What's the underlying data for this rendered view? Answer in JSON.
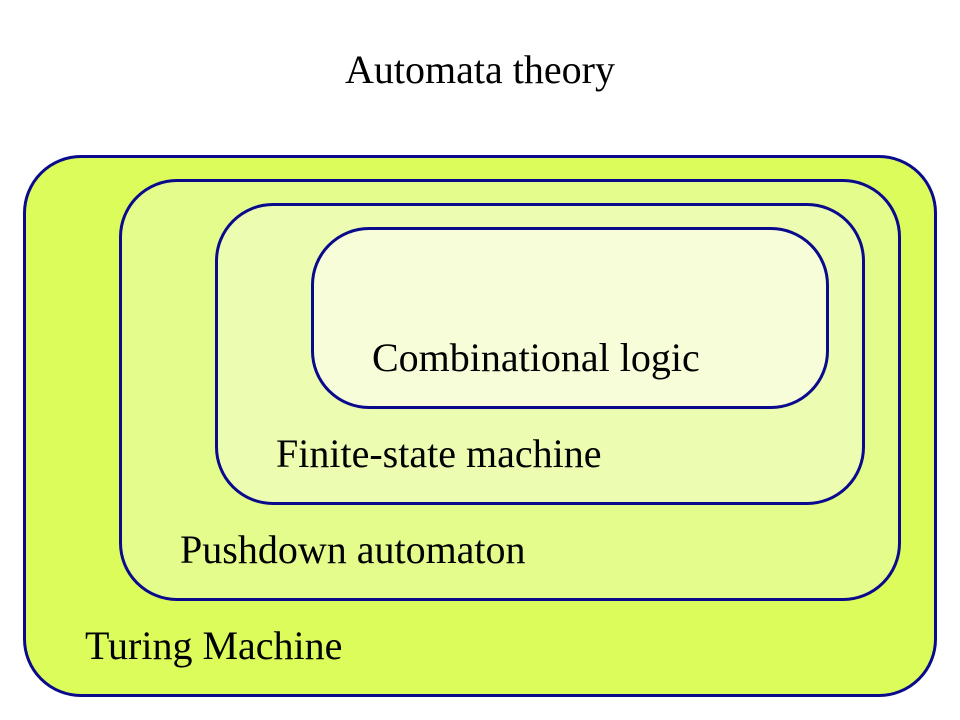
{
  "title": "Automata theory",
  "colors": {
    "border": "#0a0a8c",
    "turing_fill": "#dcfc5c",
    "pushdown_fill": "#e4fc8c",
    "fsm_fill": "#ecfcb0",
    "combinational_fill": "#f6fdd8"
  },
  "levels": [
    {
      "label": "Turing Machine"
    },
    {
      "label": "Pushdown automaton"
    },
    {
      "label": "Finite-state machine"
    },
    {
      "label": "Combinational logic"
    }
  ]
}
